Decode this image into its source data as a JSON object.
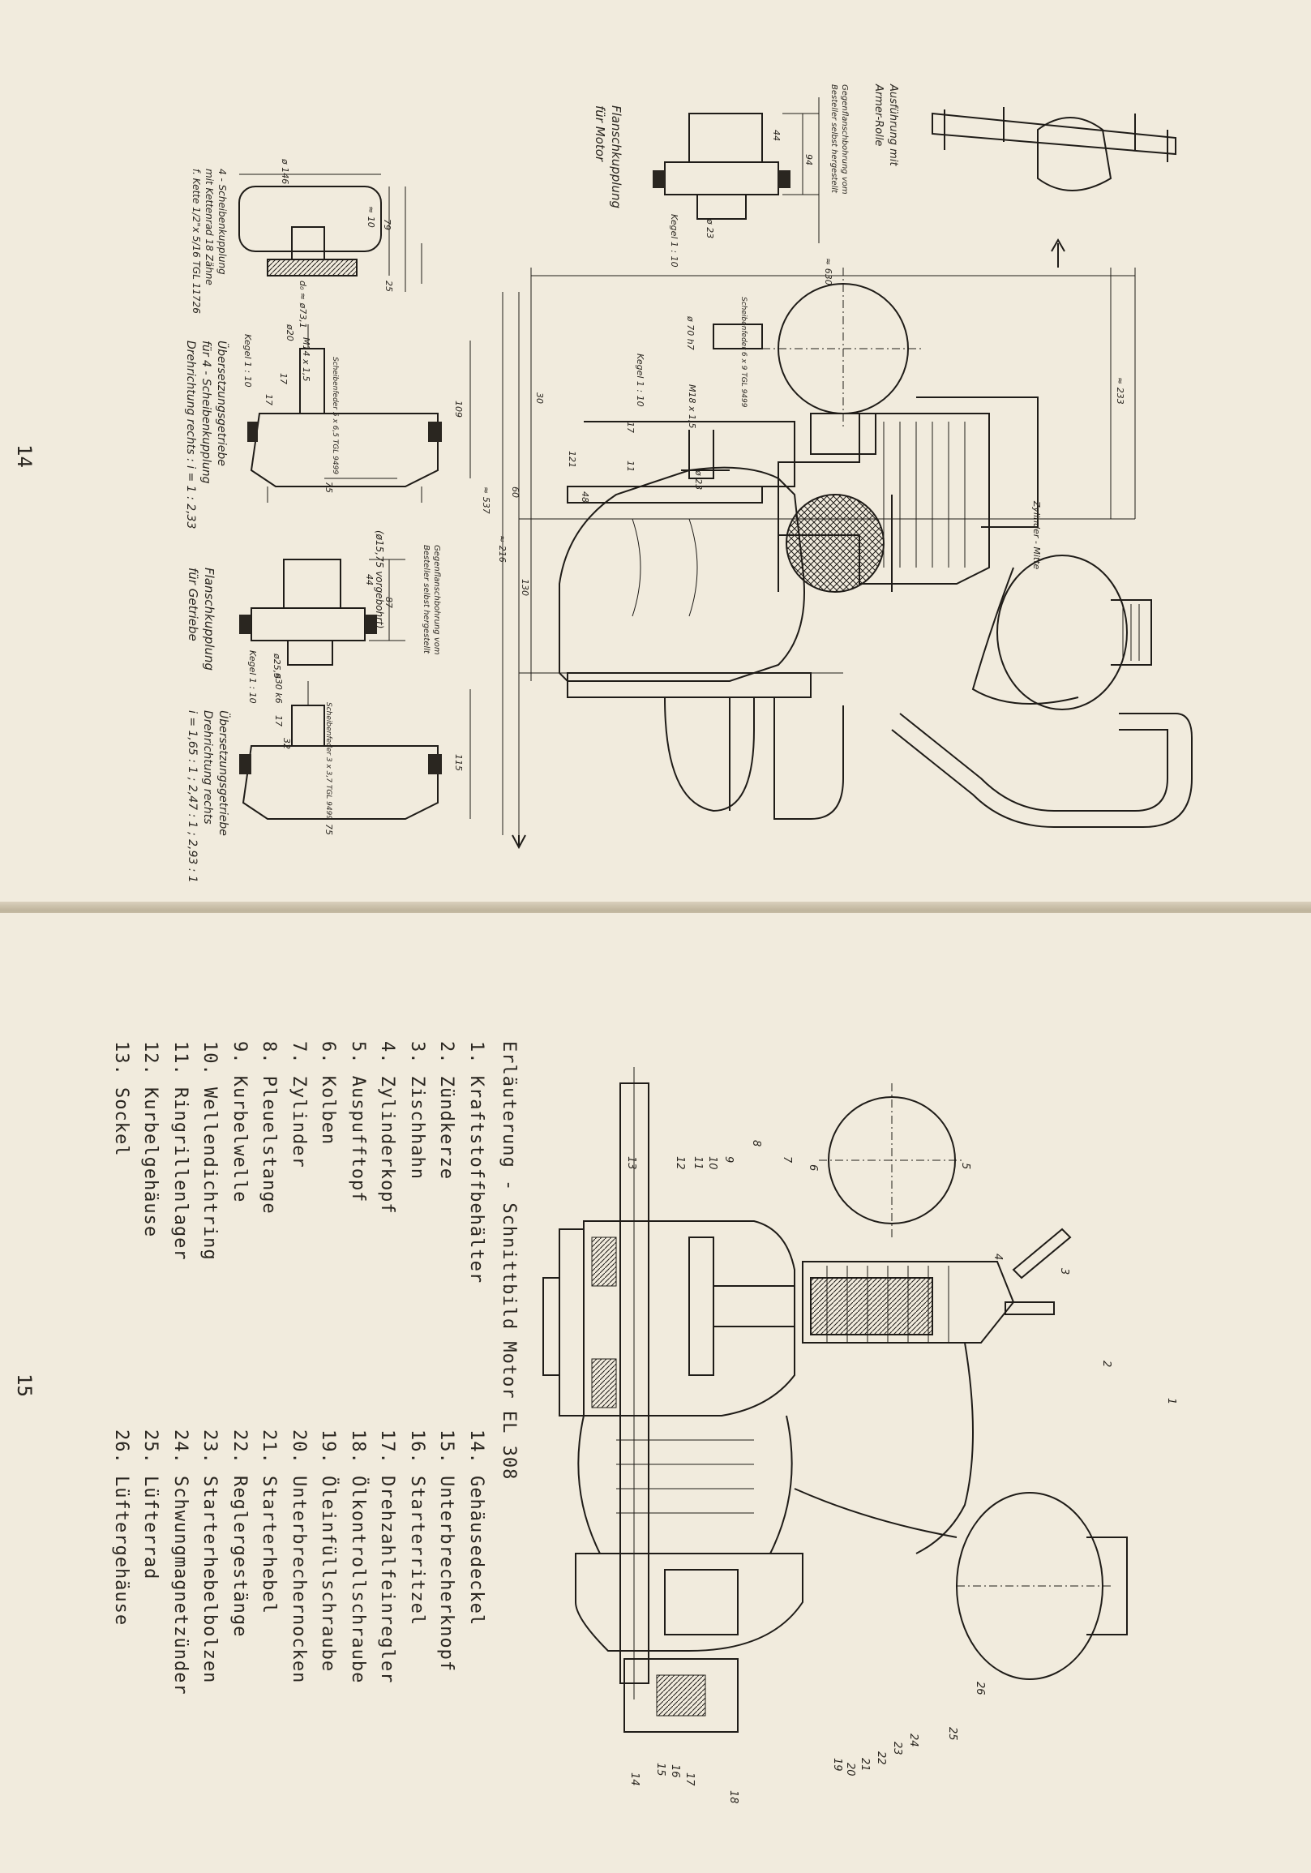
{
  "pages": {
    "top_number": "14",
    "bottom_number": "15"
  },
  "top_drawing": {
    "note_arm_roller": [
      "Ausführung mit",
      "Armer-Rolle"
    ],
    "note_counter_flange": [
      "Gegenflanschbohrung vom",
      "Besteller selbst hergestellt"
    ],
    "flange_motor": [
      "Flanschkupplung",
      "für Motor"
    ],
    "disc_clutch": [
      "4 - Scheibenkupplung",
      "mit Kettenrad 18 Zähne",
      "f. Kette 1/2\"x 5/16 TGL 11726"
    ],
    "gear_4disc": [
      "Übersetzungsgetriebe",
      "für 4 - Scheibenkupplung",
      "Drehrichtung rechts : i = 1 : 2,33"
    ],
    "flange_gear": [
      "Flanschkupplung",
      "für Getriebe"
    ],
    "gear_2": [
      "Übersetzungsgetriebe",
      "Drehrichtung rechts",
      "i = 1,65 : 1 ; 2,47 : 1 ; 2,93 : 1"
    ],
    "counter_flange_2": [
      "Gegenflanschbohrung vom",
      "Besteller selbst hergestellt"
    ],
    "pre_drilled": "(ø15,75 vorgebohrt)",
    "cylinder_center": "Zylinder - Mitte",
    "dims": {
      "d630": "≈ 630",
      "d233": "≈ 233",
      "d537": "≈ 537",
      "d216": "≈ 216",
      "d146": "ø 146",
      "d79": "79",
      "d10": "≈ 10",
      "d25": "25",
      "dk": "d₀ ≈ ø73,1",
      "d20": "ø20",
      "m14": "M14 x 1,5",
      "d109": "109",
      "d75a": "75",
      "d75b": "75",
      "d115": "115",
      "d70": "ø 70 h7",
      "m18": "M18 x 1,5",
      "d23": "ø 23",
      "d23b": "ø 23",
      "d30": "30",
      "d60": "60",
      "d48": "48",
      "d130": "130",
      "d121": "121",
      "d17": "17",
      "d11": "11",
      "d44": "44",
      "d94": "94",
      "d44b": "44",
      "d87": "87",
      "d255": "ø25,5",
      "d30k": "ø30 k6",
      "kegel1": "Kegel 1 : 10",
      "kegel2": "Kegel 1 : 10",
      "kegel3": "Kegel 1 : 10",
      "kegel4": "Kegel 1 : 10",
      "feder1": "Scheibenfeder 6 x 9 TGL 9499",
      "feder2": "Scheibenfeder 5 x 6,5 TGL 9499",
      "feder3": "Scheibenfeder 3 x 3,7 TGL 9499",
      "d17b": "17",
      "d32": "32",
      "d17c": "17",
      "d17d": "17"
    }
  },
  "legend": {
    "title": "Erläuterung - Schnittbild Motor EL 308",
    "col1": [
      "1. Kraftstoffbehälter",
      "2. Zündkerze",
      "3. Zischhahn",
      "4. Zylinderkopf",
      "5. Auspufftopf",
      "6. Kolben",
      "7. Zylinder",
      "8. Pleuelstange",
      "9. Kurbelwelle",
      "10. Wellendichtring",
      "11. Ringrillenlager",
      "12. Kurbelgehäuse",
      "13. Sockel"
    ],
    "col2": [
      "14. Gehäusedeckel",
      "15. Unterbrecherknopf",
      "16. Starterritzel",
      "17. Drehzahlfeinregler",
      "18. Ölkontrollschraube",
      "19. Öleinfüllschraube",
      "20. Unterbrechernocken",
      "21. Starterhebel",
      "22. Reglergestänge",
      "23. Starterhebelbolzen",
      "24. Schwungmagnetzünder",
      "25. Lüfterrad",
      "26. Lüftergehäuse"
    ]
  },
  "callouts": [
    "1",
    "2",
    "3",
    "4",
    "5",
    "6",
    "7",
    "8",
    "9",
    "10",
    "11",
    "12",
    "13",
    "14",
    "15",
    "16",
    "17",
    "18",
    "19",
    "20",
    "21",
    "22",
    "23",
    "24",
    "25",
    "26"
  ]
}
